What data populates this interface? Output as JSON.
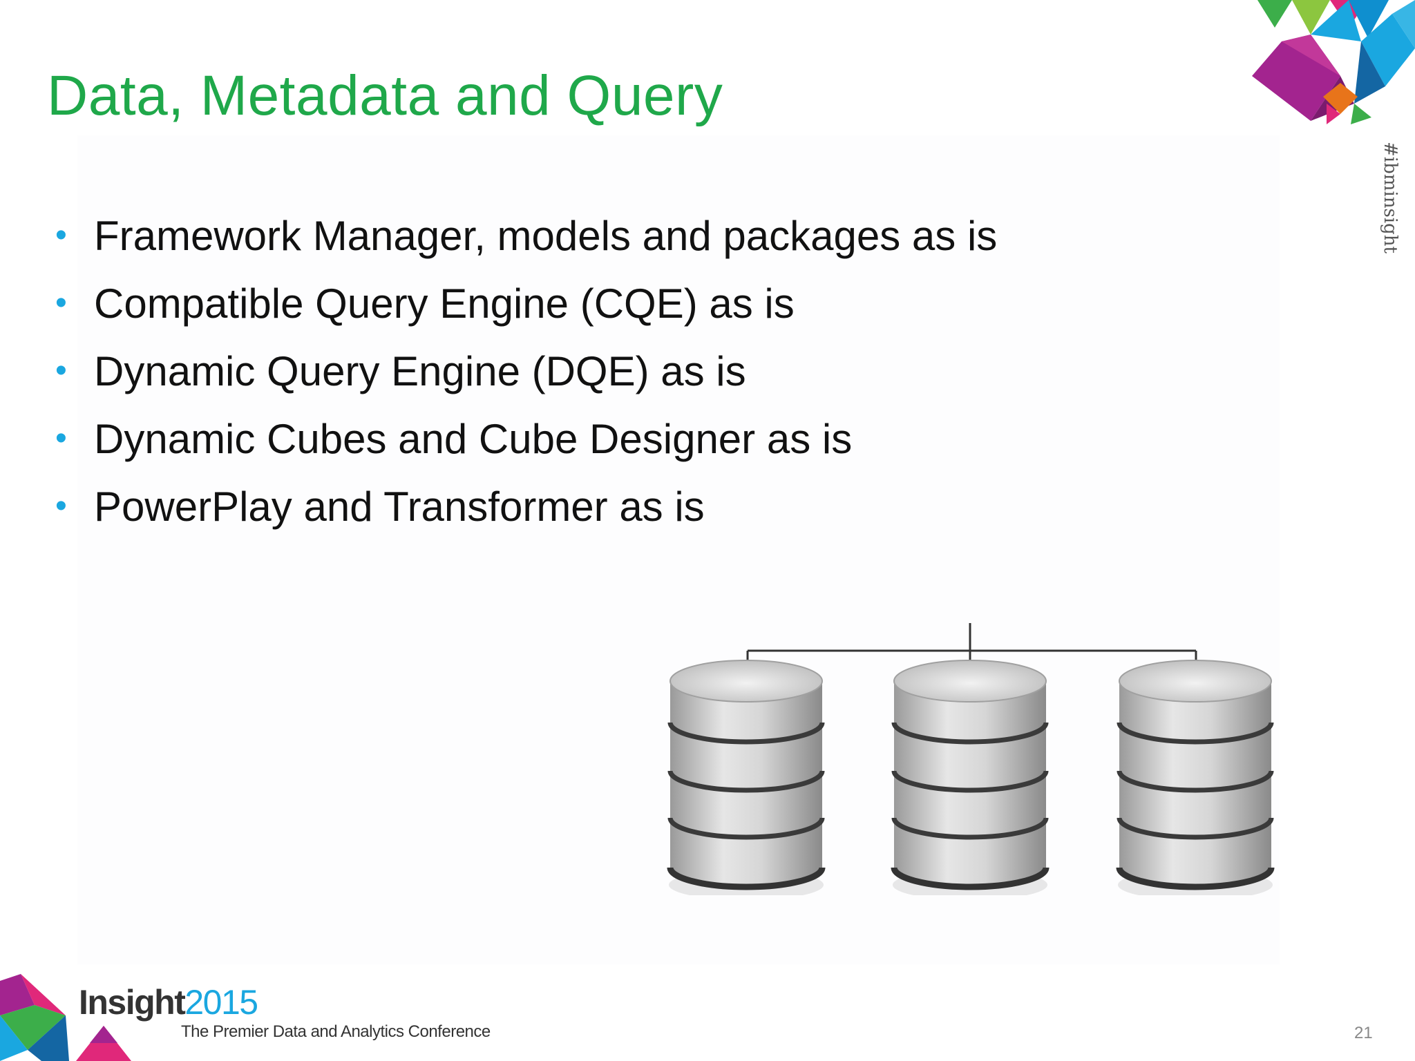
{
  "slide": {
    "title": "Data, Metadata and Query",
    "bullets": [
      "Framework Manager, models and packages as is",
      "Compatible Query Engine (CQE) as is",
      "Dynamic Query Engine (DQE) as is",
      "Dynamic Cubes and Cube Designer as is",
      "PowerPlay and Transformer as is"
    ],
    "hashtag": "#ibminsight",
    "page_number": "21"
  },
  "footer": {
    "logo_word": "Insight",
    "logo_year": "2015",
    "tagline": "The Premier Data and Analytics Conference"
  },
  "colors": {
    "title": "#1fa84a",
    "bullet": "#1aa7e0",
    "accent_blue": "#1aa7e0",
    "accent_purple": "#a3248f",
    "accent_green": "#3cae4a",
    "accent_pink": "#e0287a"
  },
  "icons": [
    "database-icon",
    "database-icon",
    "database-icon"
  ]
}
